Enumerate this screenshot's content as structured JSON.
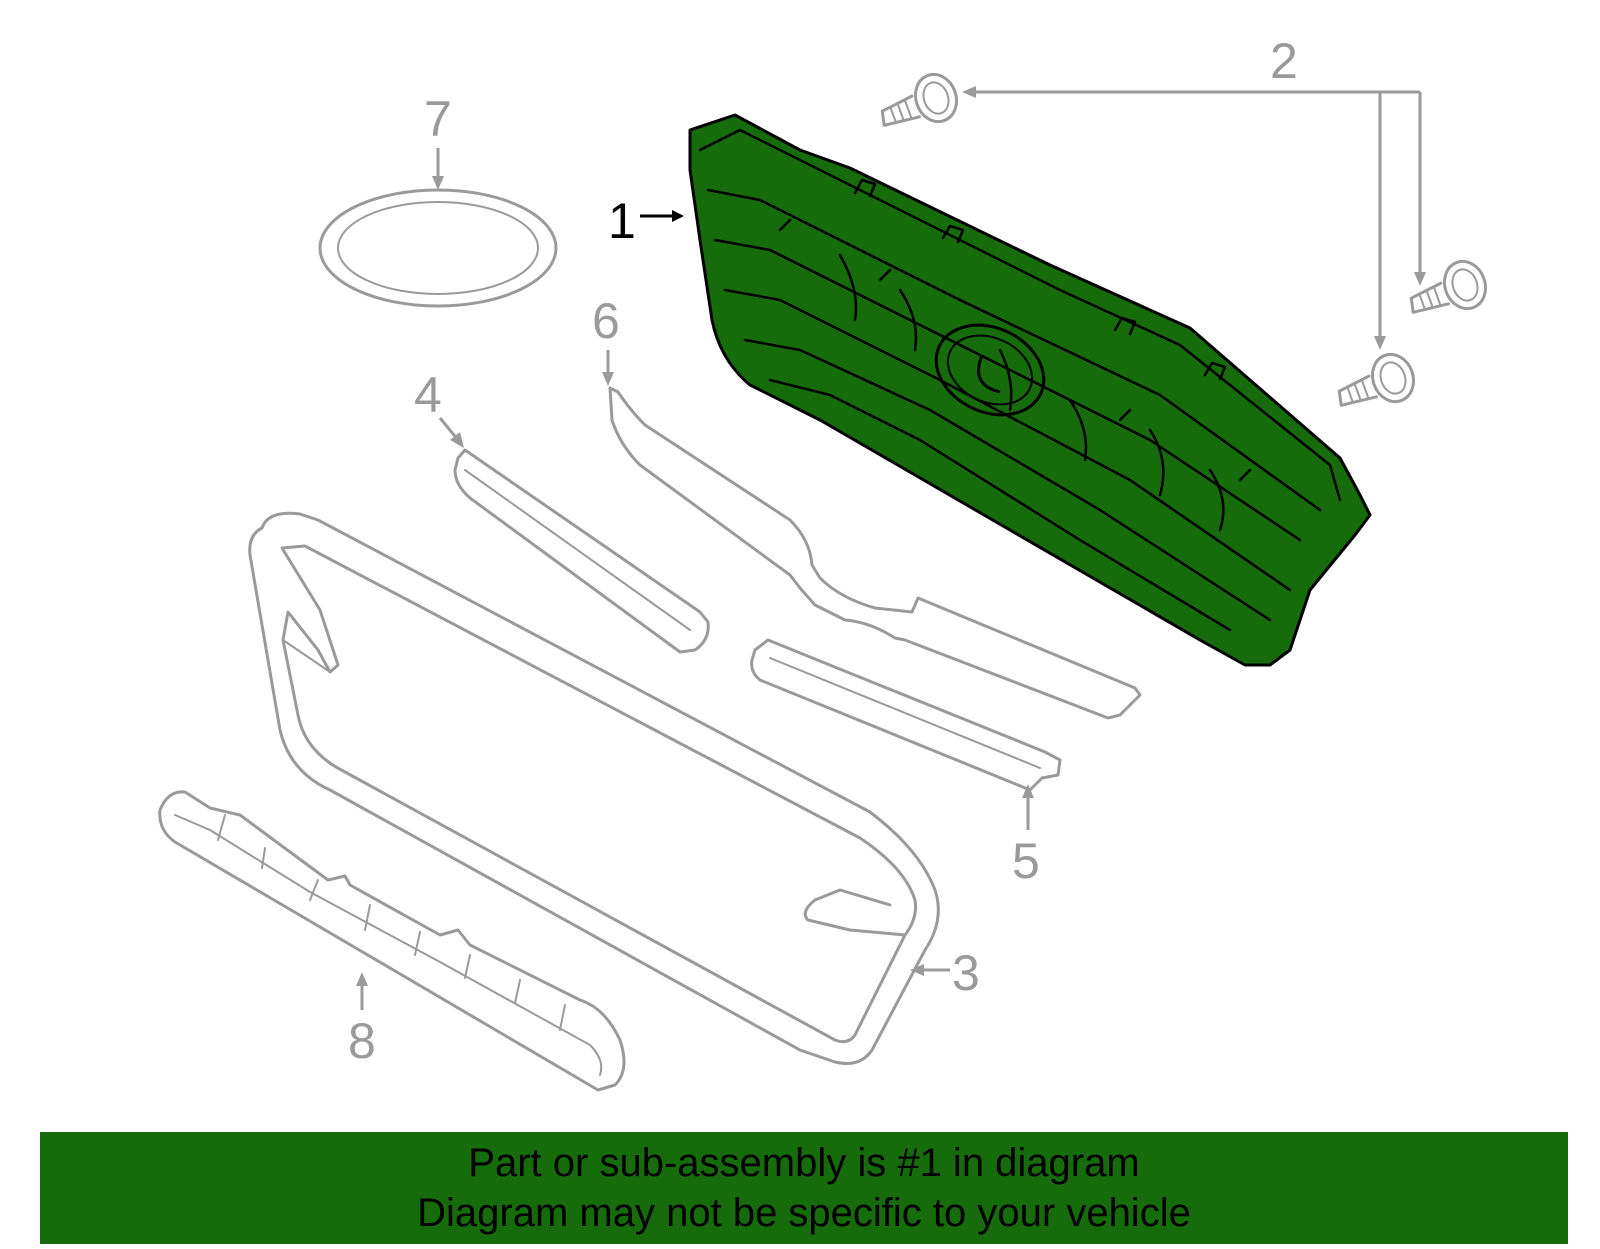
{
  "callouts": {
    "c1": "1",
    "c2": "2",
    "c3": "3",
    "c4": "4",
    "c5": "5",
    "c6": "6",
    "c7": "7",
    "c8": "8"
  },
  "banner": {
    "line1": "Part or sub-assembly is #1 in diagram",
    "line2": "Diagram may not be specific to your vehicle"
  },
  "colors": {
    "highlight_fill": "#166b0a",
    "banner_bg": "#166b0a",
    "ghost_stroke": "#9a9a9a",
    "active_stroke": "#000000"
  },
  "icons": {
    "grille": "grille-icon",
    "clip": "clip-icon",
    "emblem": "emblem-ring-icon"
  }
}
